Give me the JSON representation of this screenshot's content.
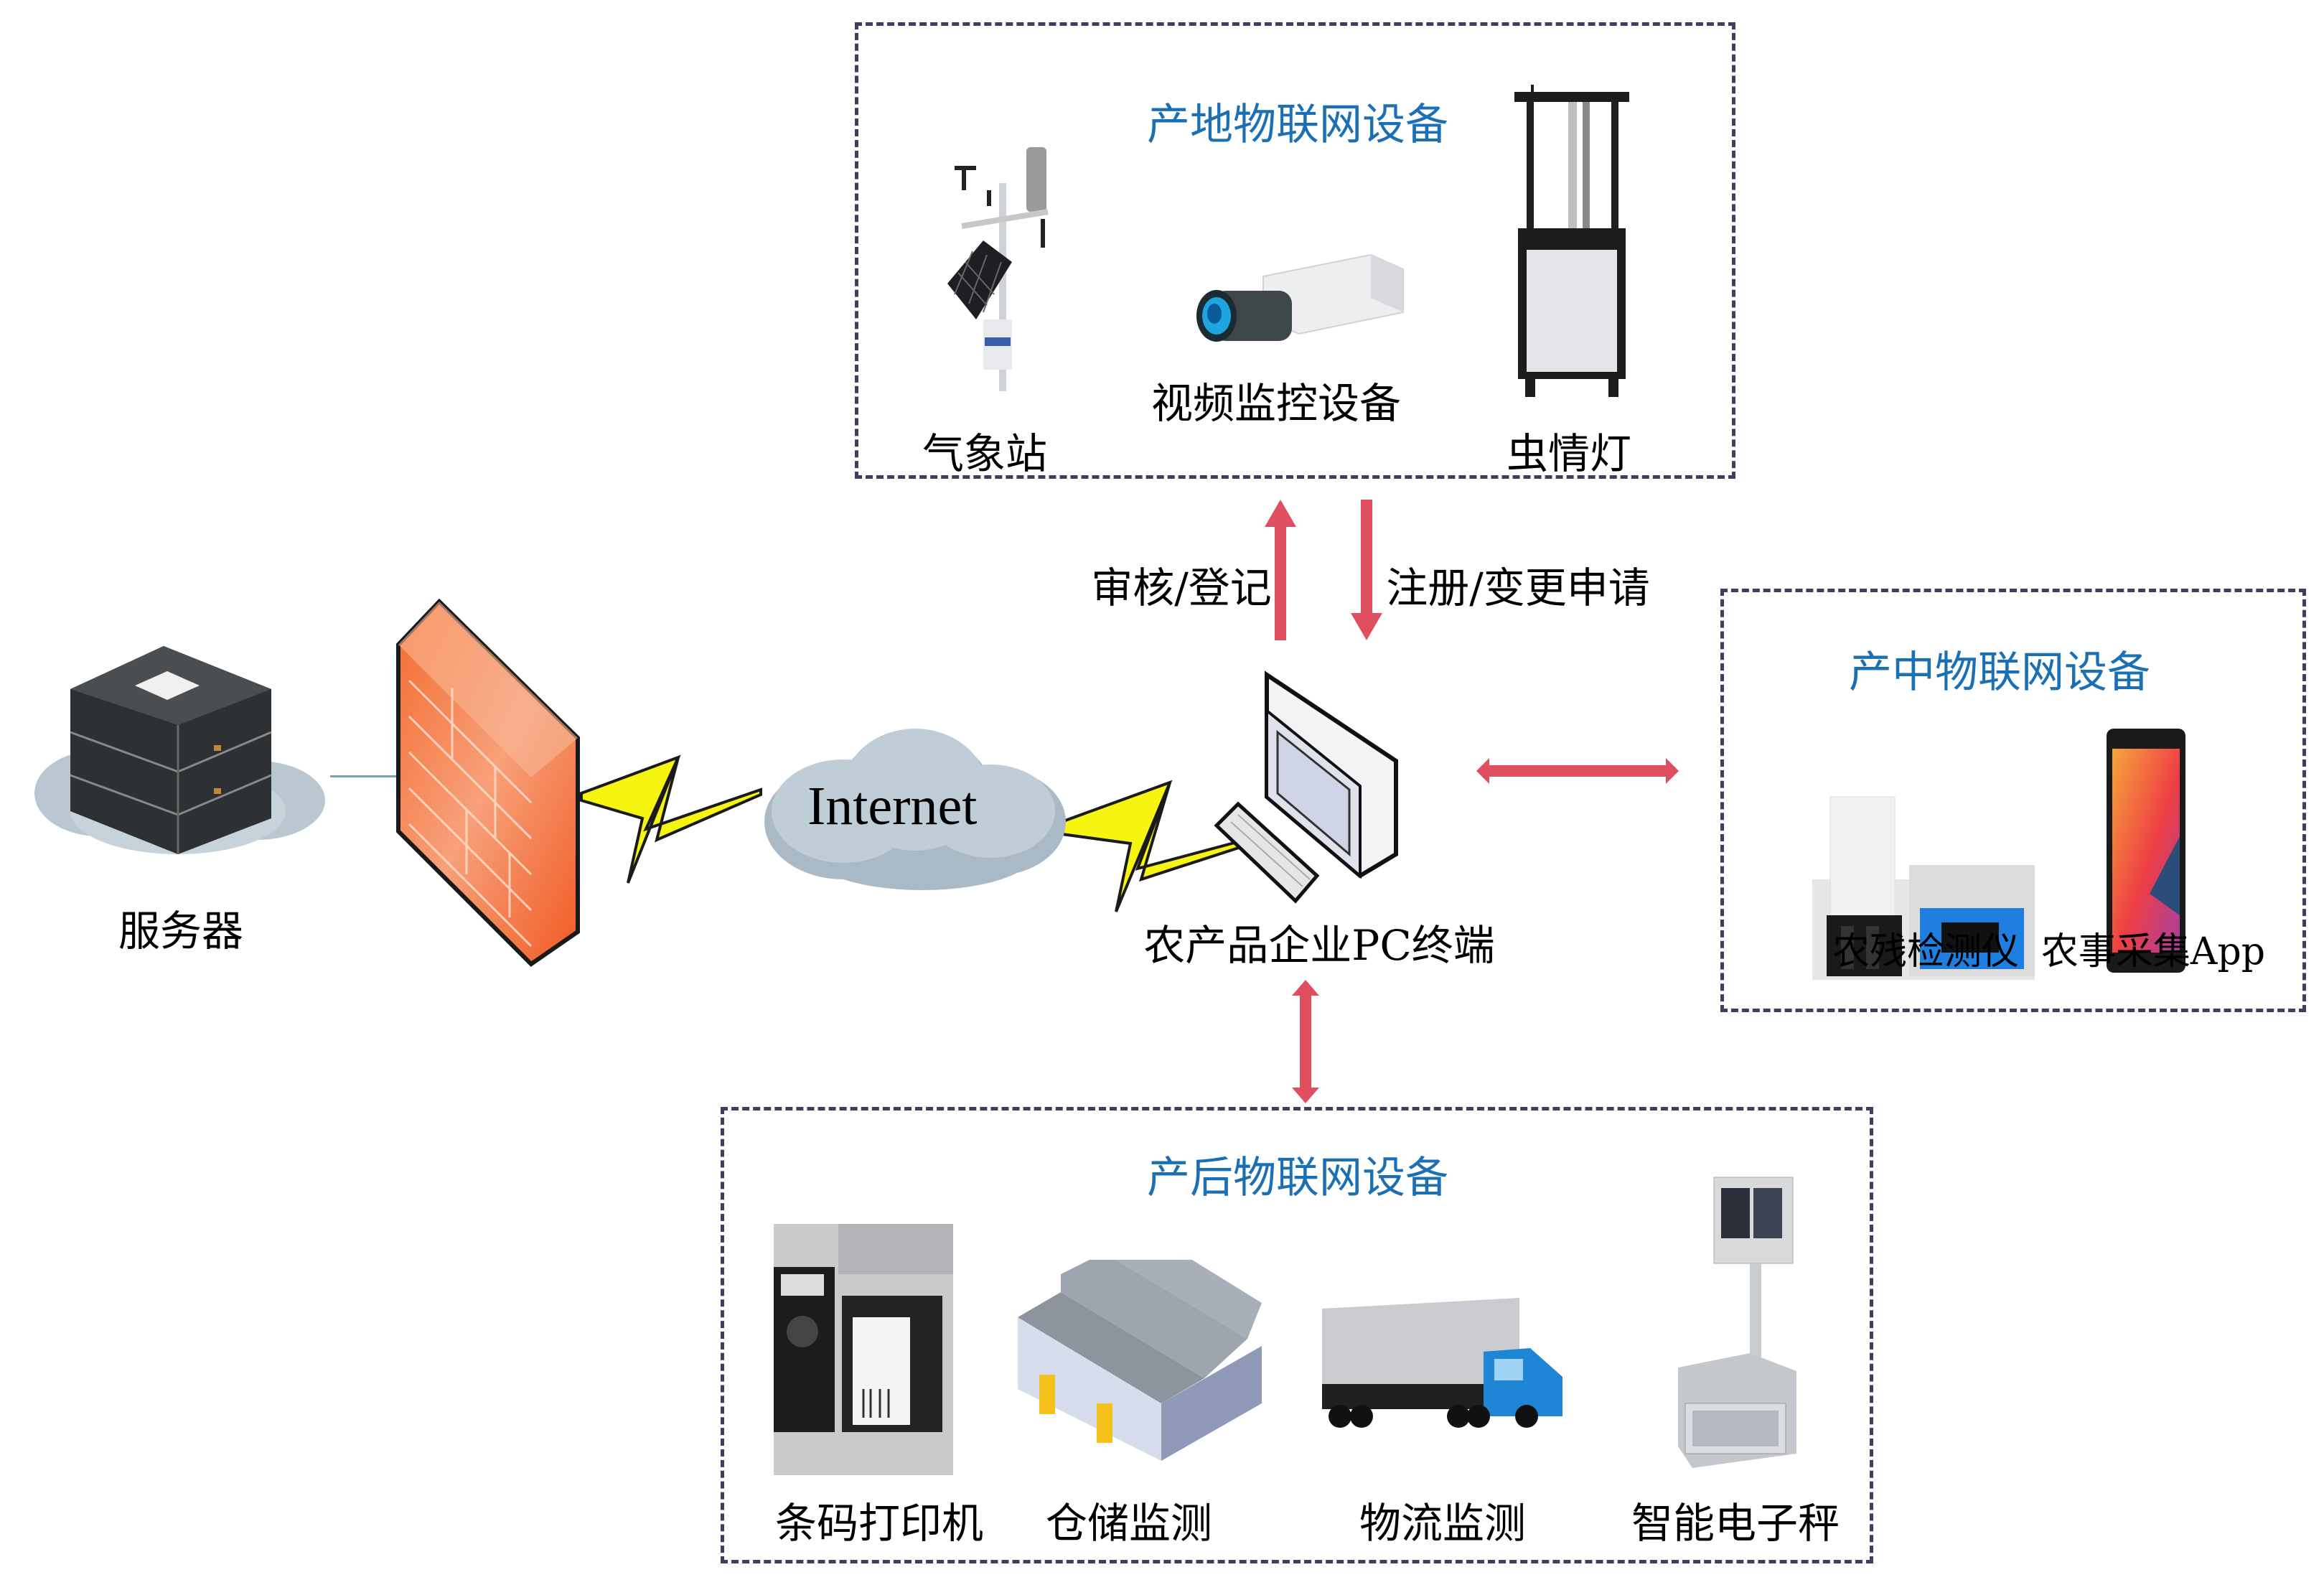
{
  "colors": {
    "arrow": "#e04f5f",
    "group_title": "#1a6fb5",
    "dashed_border": "#3f3e60",
    "lightning": "#f5f511",
    "firewall": "#f26a2e",
    "cloud": "#b7c6d2"
  },
  "network": {
    "server_label": "服务器",
    "firewall_icon": "firewall-icon",
    "internet_label": "Internet",
    "pc_label": "农产品企业PC终端"
  },
  "flows": {
    "up_label": "审核/登记",
    "down_label": "注册/变更申请"
  },
  "groups": {
    "origin": {
      "title": "产地物联网设备",
      "devices": [
        {
          "name": "气象站",
          "icon": "weather-station-icon"
        },
        {
          "name": "视频监控设备",
          "icon": "camera-icon"
        },
        {
          "name": "虫情灯",
          "icon": "insect-lamp-icon"
        }
      ]
    },
    "production": {
      "title": "产中物联网设备",
      "devices": [
        {
          "name": "农残检测仪",
          "icon": "pesticide-detector-icon"
        },
        {
          "name": "农事采集App",
          "icon": "tablet-icon"
        }
      ]
    },
    "post": {
      "title": "产后物联网设备",
      "devices": [
        {
          "name": "条码打印机",
          "icon": "barcode-printer-icon"
        },
        {
          "name": "仓储监测",
          "icon": "warehouse-icon"
        },
        {
          "name": "物流监测",
          "icon": "truck-icon"
        },
        {
          "name": "智能电子秤",
          "icon": "scale-icon"
        }
      ]
    }
  }
}
